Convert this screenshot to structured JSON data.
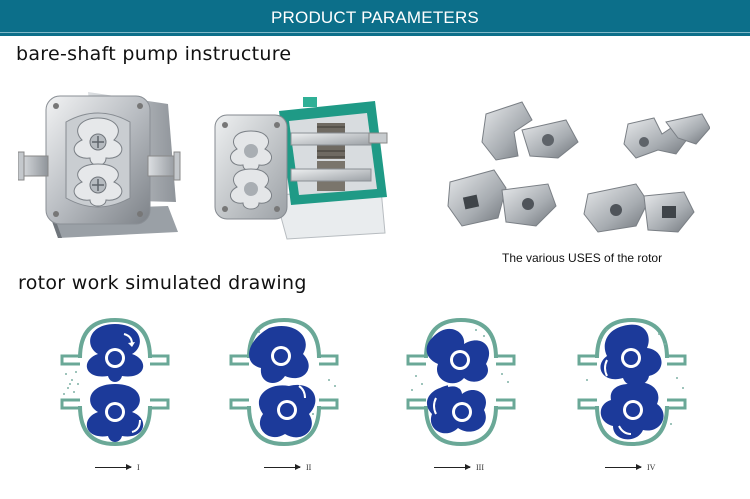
{
  "banner": {
    "title": "PRODUCT PARAMETERS"
  },
  "sections": {
    "shaft_title": "bare-shaft pump instructure",
    "rotor_title": "rotor work simulated drawing"
  },
  "rotor_caption": "The various USES of the rotor",
  "stages": [
    {
      "label": "I"
    },
    {
      "label": "II"
    },
    {
      "label": "III"
    },
    {
      "label": "IV"
    }
  ],
  "colors": {
    "banner": "#0c6f8a",
    "rotor_blue": "#1c3a9a",
    "casing_teal": "#6aa897",
    "fluid_dots": "#7fb1a6"
  }
}
